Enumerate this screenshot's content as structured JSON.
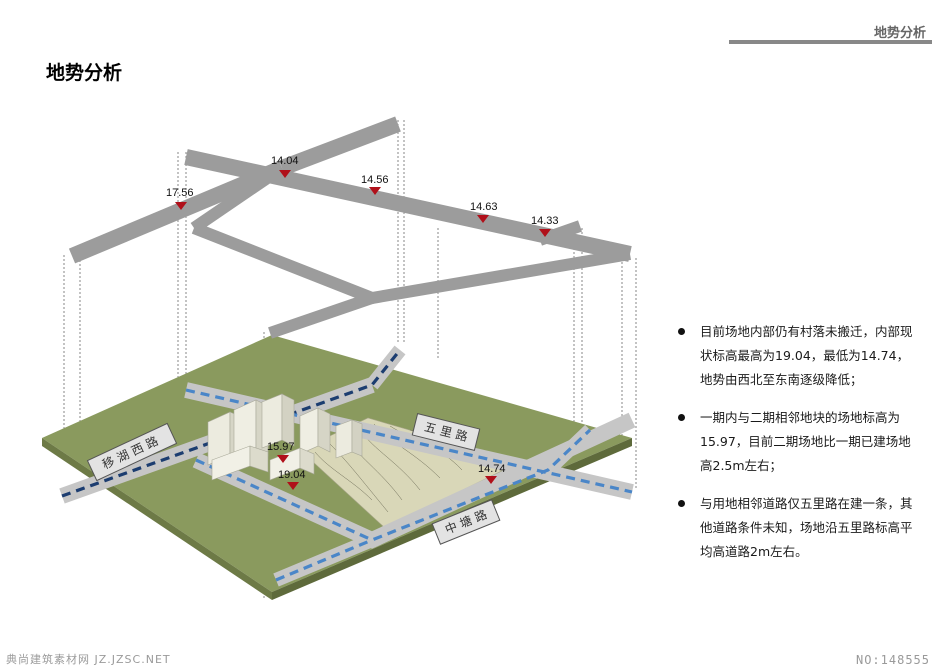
{
  "header": {
    "section_label": "地势分析"
  },
  "page_title": "地势分析",
  "diagram": {
    "elevations": [
      {
        "id": "e1",
        "value": "14.04"
      },
      {
        "id": "e2",
        "value": "17.56"
      },
      {
        "id": "e3",
        "value": "14.56"
      },
      {
        "id": "e4",
        "value": "14.63"
      },
      {
        "id": "e5",
        "value": "14.33"
      },
      {
        "id": "e6",
        "value": "15.97"
      },
      {
        "id": "e7",
        "value": "19.04"
      },
      {
        "id": "e8",
        "value": "14.74"
      }
    ],
    "road_labels": {
      "yihu_xi_lu": "移湖西路",
      "wuli_lu": "五里路",
      "zhongtang_lu": "中塘路"
    },
    "colors": {
      "ground": "#8a9a5e",
      "road": "#bcbcbc",
      "elevated_road": "#9c9c9c",
      "marker": "#b0101a",
      "dashed_light": "#4a86c8",
      "dashed_dark": "#1c3d70"
    }
  },
  "bullets": [
    "目前场地内部仍有村落未搬迁，内部现状标高最高为19.04，最低为14.74，地势由西北至东南逐级降低；",
    "一期内与二期相邻地块的场地标高为15.97，目前二期场地比一期已建场地高2.5m左右；",
    "与用地相邻道路仅五里路在建一条，其他道路条件未知，场地沿五里路标高平均高道路2m左右。"
  ],
  "footer": {
    "watermark_left": "典尚建筑素材网 JZ.JZSC.NET",
    "watermark_right": "NO:148555"
  }
}
